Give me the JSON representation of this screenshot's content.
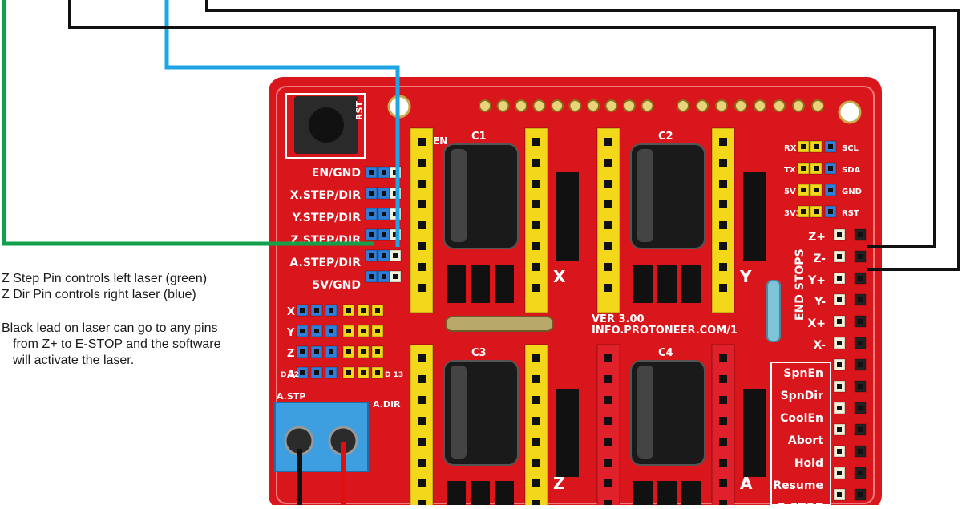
{
  "notes": {
    "line1": "Z Step Pin controls left laser (green)",
    "line2": "Z Dir Pin controls right laser (blue)",
    "line3": "Black lead on laser can go to any pins",
    "line4": "from Z+ to E-STOP and the software",
    "line5": "will activate the laser."
  },
  "board": {
    "rst": "RST",
    "left_pins": [
      "EN/GND",
      "X.STEP/DIR",
      "Y.STEP/DIR",
      "Z.STEP/DIR",
      "A.STEP/DIR",
      "5V/GND"
    ],
    "axis_clone": [
      "X",
      "Y",
      "Z",
      "A"
    ],
    "d12": "D\n12",
    "d13": "D\n13",
    "a_step": "A.STP",
    "a_dir": "A.DIR",
    "caps": [
      "C1",
      "C2",
      "C3",
      "C4"
    ],
    "driver_axes": [
      "X",
      "Y",
      "Z",
      "A"
    ],
    "version": "VER 3.00",
    "url": "INFO.PROTONEER.COM/1",
    "i2c_left": [
      "RX",
      "TX",
      "5V",
      "3V3"
    ],
    "i2c_right": [
      "SCL",
      "SDA",
      "GND",
      "RST"
    ],
    "end_stops_title": "END STOPS",
    "end_stops": [
      "Z+",
      "Z-",
      "Y+",
      "Y-",
      "X+",
      "X-"
    ],
    "controls": [
      "SpnEn",
      "SpnDir",
      "CoolEn",
      "Abort",
      "Hold",
      "Resume",
      "E-STOP"
    ],
    "en": "EN"
  },
  "colors": {
    "board_red": "#d9161c",
    "header_yellow": "#f2d71a",
    "header_blue": "#2f7fd8",
    "wire_green": "#12a04a",
    "wire_blue": "#1ea5e6",
    "wire_black": "#111111",
    "terminal_blue": "#3d9fe0"
  }
}
